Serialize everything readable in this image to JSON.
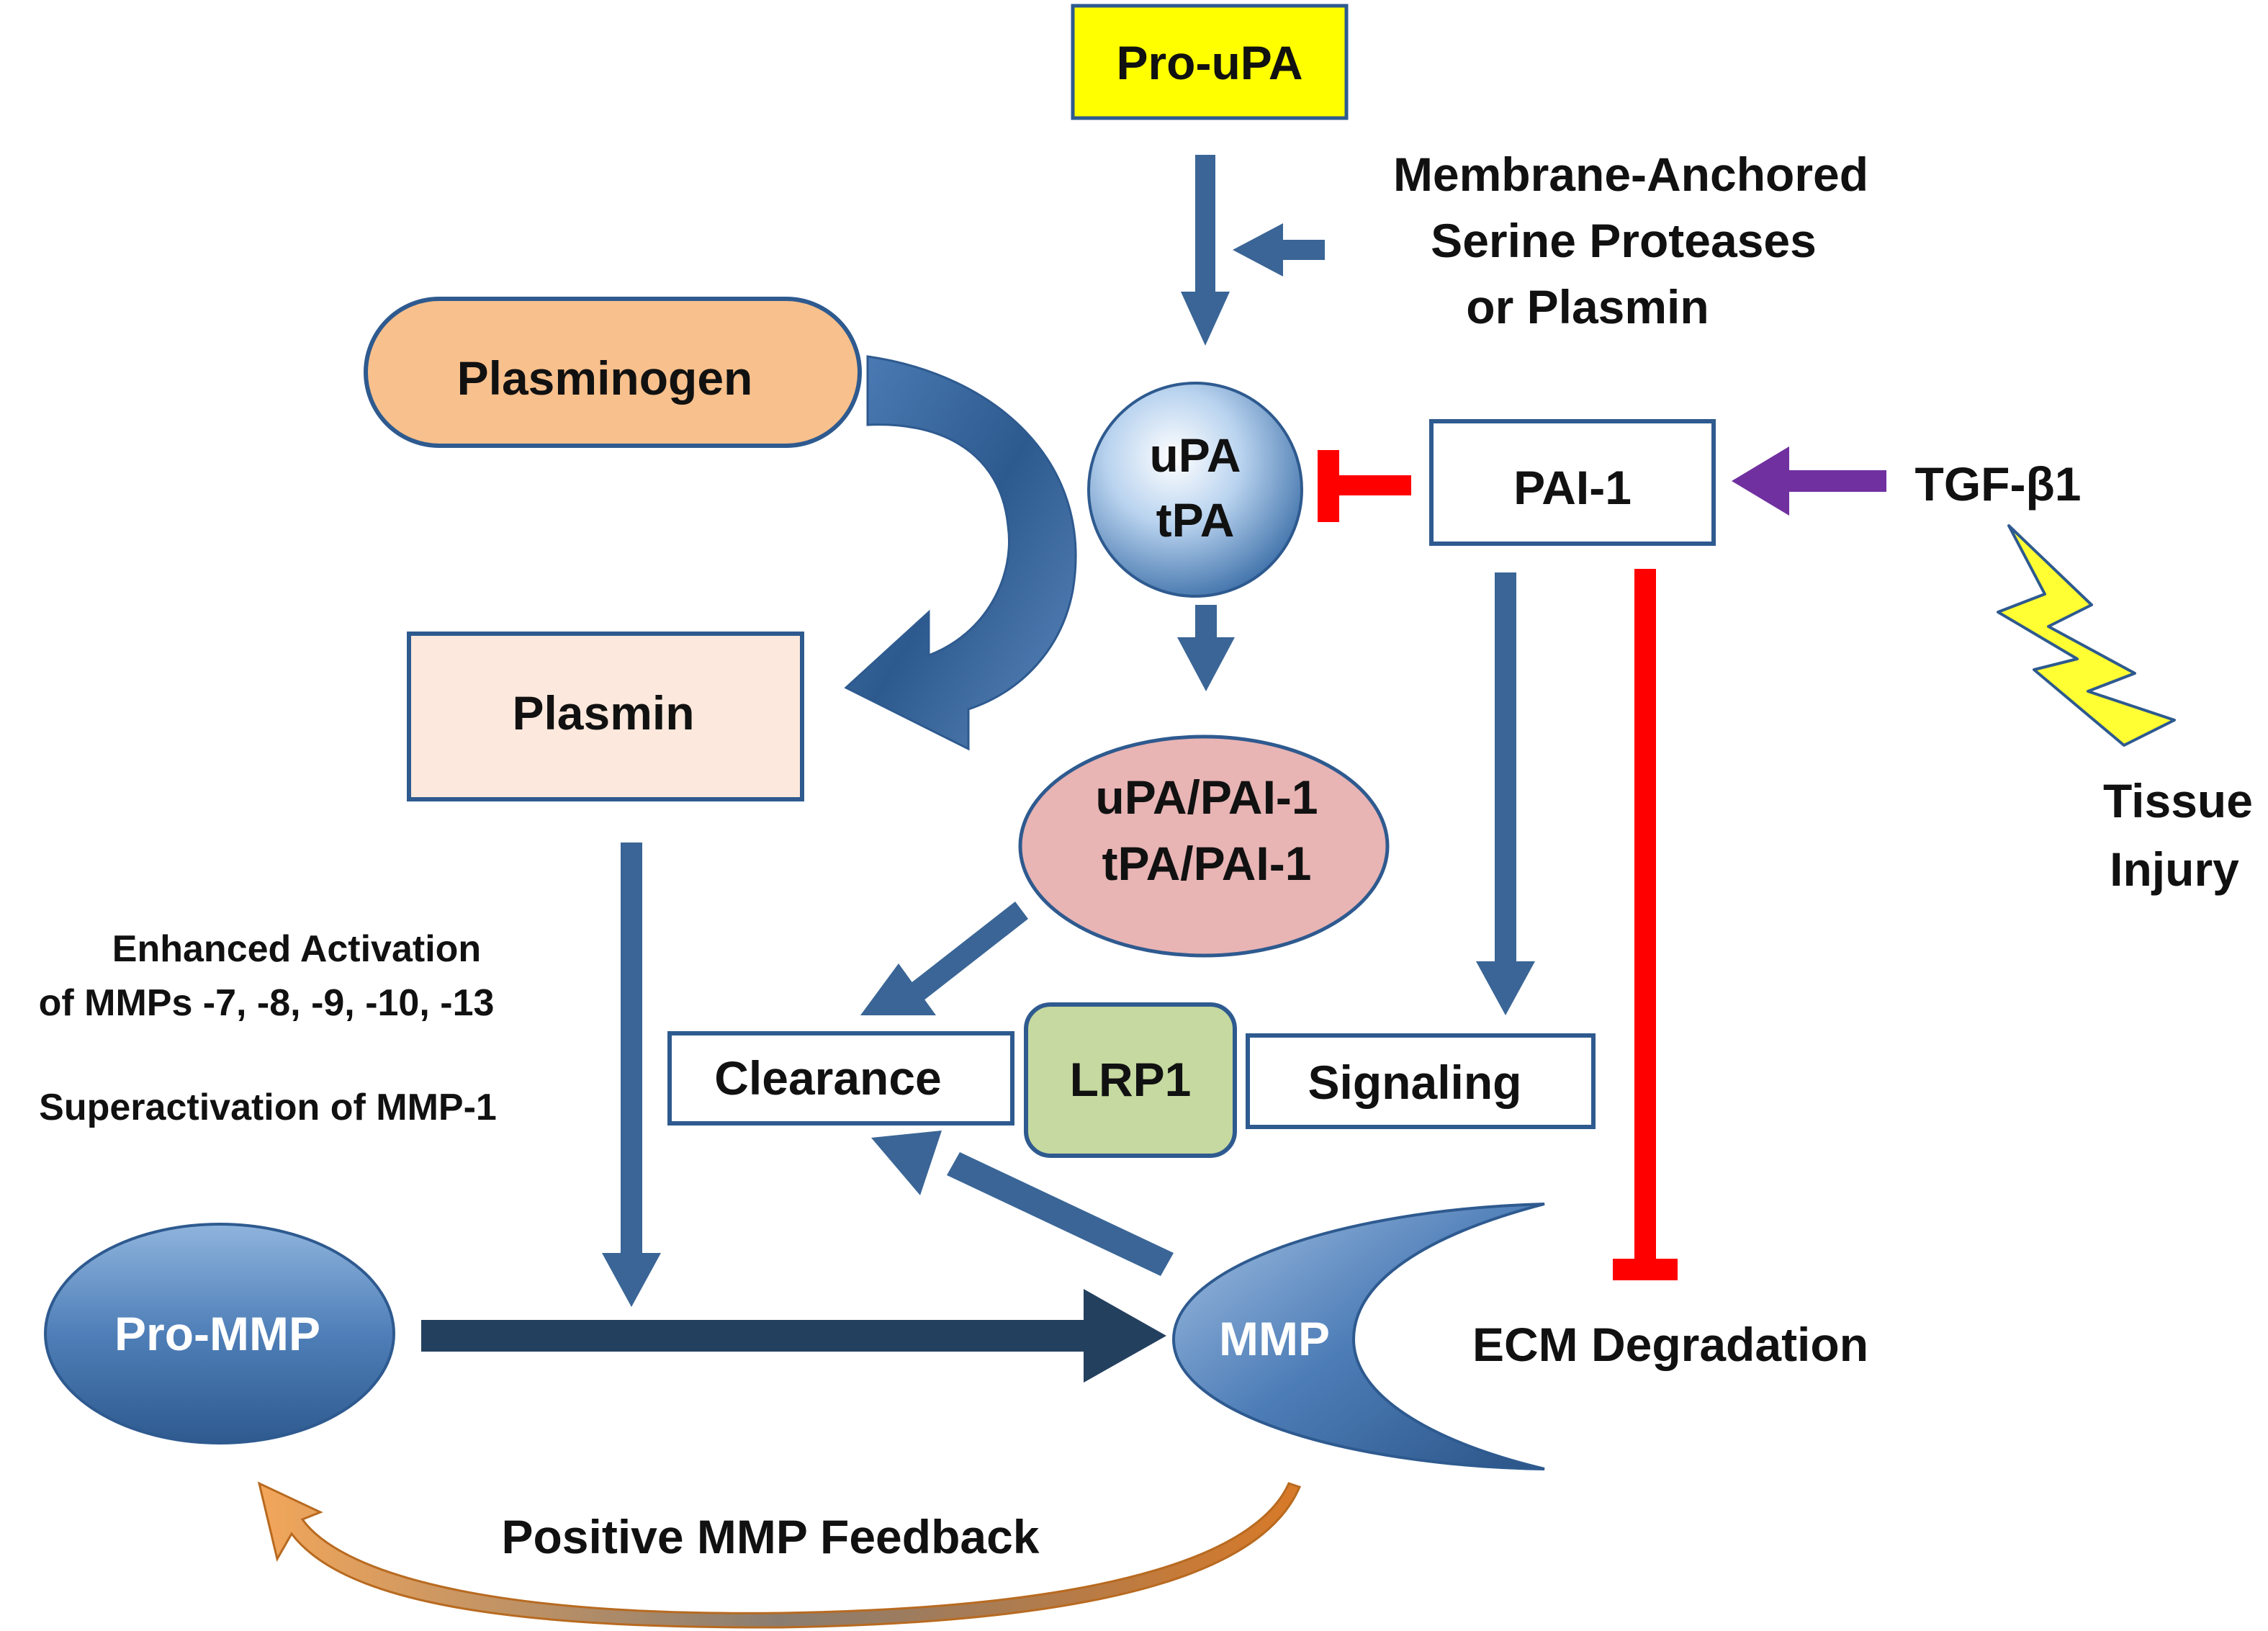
{
  "nodes": {
    "pro_upa": "Pro-uPA",
    "membrane_line1": "Membrane-Anchored",
    "membrane_line2": "Serine Proteases",
    "membrane_line3": "or Plasmin",
    "plasminogen": "Plasminogen",
    "upa": "uPA",
    "tpa": "tPA",
    "pai1": "PAI-1",
    "tgf": "TGF-β1",
    "tissue_line1": "Tissue",
    "tissue_line2": "Injury",
    "plasmin": "Plasmin",
    "complex_line1": "uPA/PAI-1",
    "complex_line2": "tPA/PAI-1",
    "clearance": "Clearance",
    "lrp1": "LRP1",
    "signaling": "Signaling",
    "enhanced_line1": "Enhanced Activation",
    "enhanced_line2": "of MMPs -7, -8, -9, -10, -13",
    "superactivation": "Superactivation of MMP-1",
    "pro_mmp": "Pro-MMP",
    "mmp": "MMP",
    "ecm": "ECM Degradation",
    "feedback": "Positive MMP Feedback"
  },
  "colors": {
    "arrow_blue": "#3a6596",
    "arrow_dark": "#24405f",
    "inhibit_red": "#ff0000",
    "purple_arrow": "#7030a0",
    "pro_upa_fill": "#ffff00",
    "plasminogen_fill": "#f8c08c",
    "plasmin_fill": "#fce8dc",
    "complex_fill": "#e8b4b4",
    "lrp1_fill": "#c5d9a0",
    "feedback_orange": "#e08a3c",
    "lightning_fill": "#ffff33"
  }
}
